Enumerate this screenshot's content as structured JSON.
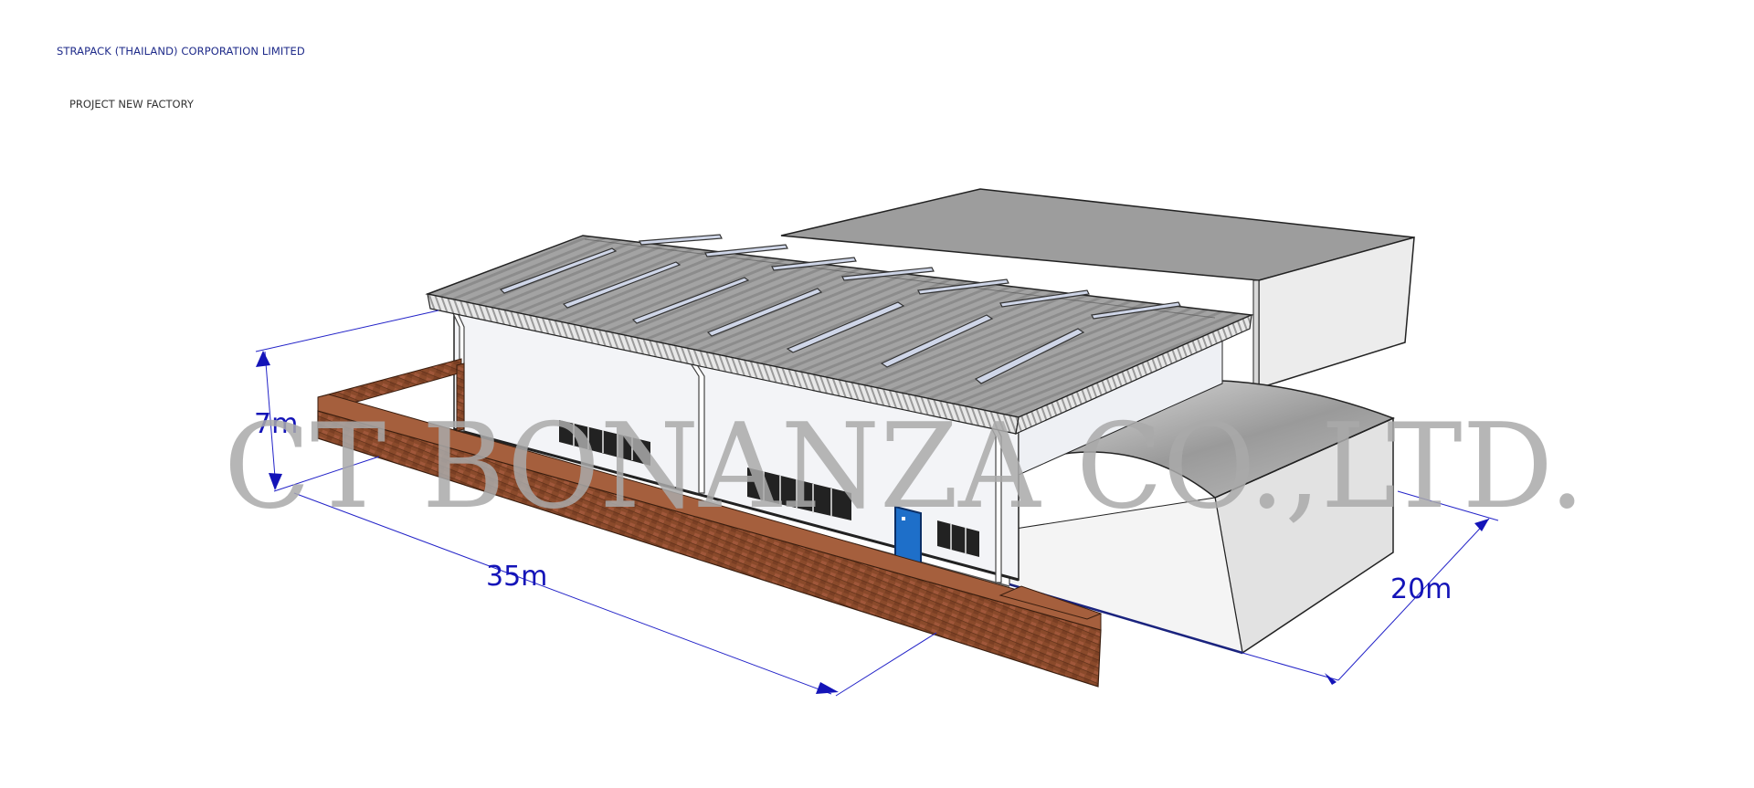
{
  "header": {
    "company": "STRAPACK (THAILAND) CORPORATION LIMITED",
    "project": "PROJECT NEW FACTORY"
  },
  "dimensions": {
    "height": "7m",
    "length": "35m",
    "width": "20m"
  },
  "watermark": "CT BONANZA CO.,LTD.",
  "colors": {
    "dimension": "#1414b8",
    "brick": "#8a4a2b",
    "door": "#1e6fc9",
    "roof": "#9a9a9a",
    "wall": "#f3f4f7"
  }
}
